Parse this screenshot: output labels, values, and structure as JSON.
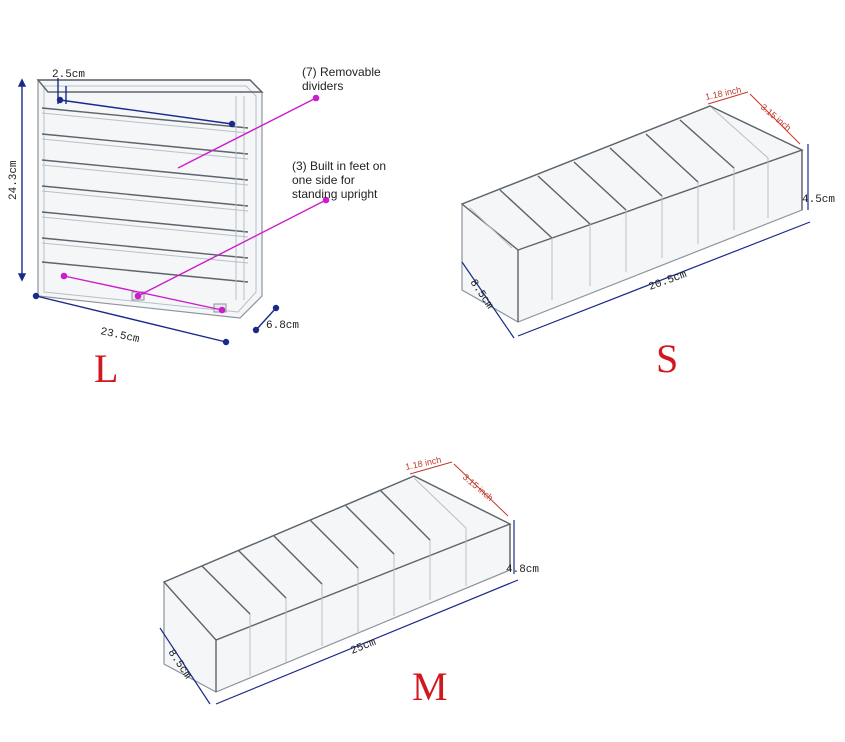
{
  "large": {
    "label": "L",
    "dim_depth_top": "2.5cm",
    "dim_height": "24.3cm",
    "dim_width": "23.5cm",
    "dim_depth": "6.8cm",
    "note_dividers": [
      "(7) Removable",
      "dividers"
    ],
    "note_feet": [
      "(3) Built in feet on",
      "one side for",
      "standing upright"
    ]
  },
  "small": {
    "label": "S",
    "dim_cell_width": "1.18 inch",
    "dim_cell_depth": "3.15 inch",
    "dim_height": "4.5cm",
    "dim_length": "20.5cm",
    "dim_depth": "8.5cm"
  },
  "medium": {
    "label": "M",
    "dim_cell_width": "1.18 inch",
    "dim_cell_depth": "3.15 inch",
    "dim_height": "4.8cm",
    "dim_length": "25cm",
    "dim_depth": "8.5cm"
  },
  "colors": {
    "dimension_line": "#1a2a8a",
    "callout": "#cc1ccc",
    "size_label": "#d0181f",
    "inch_dim": "#c0392b"
  }
}
